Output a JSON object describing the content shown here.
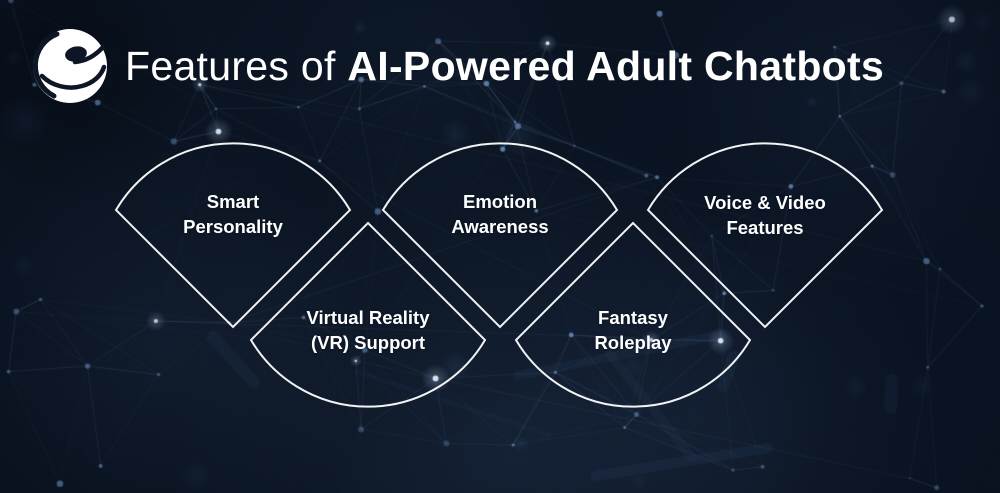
{
  "header": {
    "logo_icon": "e-globe-icon",
    "title_regular": "Features of ",
    "title_bold": "AI-Powered Adult Chatbots"
  },
  "features": [
    {
      "id": "smart-personality",
      "label": "Smart\nPersonality"
    },
    {
      "id": "emotion-awareness",
      "label": "Emotion\nAwareness"
    },
    {
      "id": "voice-video-features",
      "label": "Voice & Video\nFeatures"
    },
    {
      "id": "virtual-reality-support",
      "label": "Virtual Reality\n(VR) Support"
    },
    {
      "id": "fantasy-roleplay",
      "label": "Fantasy\nRoleplay"
    }
  ],
  "colors": {
    "background": "#0C1624",
    "shape_outline": "#FFFFFF",
    "text": "#FFFFFF"
  }
}
